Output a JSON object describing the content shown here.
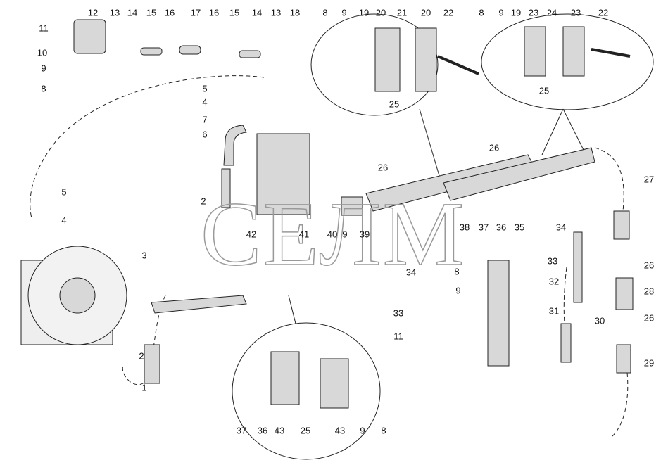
{
  "watermark": "СЕЛМ",
  "callouts": [
    "12",
    "13",
    "14",
    "15",
    "16",
    "17",
    "16",
    "15",
    "14",
    "13",
    "18",
    "11",
    "10",
    "9",
    "8",
    "5",
    "4",
    "7",
    "6",
    "2",
    "42",
    "41",
    "40",
    "9",
    "39",
    "38",
    "34",
    "8",
    "9",
    "19",
    "20",
    "21",
    "20",
    "22",
    "25",
    "8",
    "9",
    "19",
    "23",
    "24",
    "23",
    "22",
    "25",
    "26",
    "26",
    "27",
    "34",
    "37",
    "36",
    "35",
    "33",
    "32",
    "8",
    "9",
    "31",
    "26",
    "28",
    "26",
    "30",
    "29",
    "5",
    "4",
    "3",
    "2",
    "1",
    "33",
    "11",
    "37",
    "36",
    "43",
    "25",
    "43",
    "9",
    "8"
  ],
  "colors": {
    "line": "#222222",
    "part_fill": "#d8d8d8",
    "part_dark": "#9a9a9a"
  }
}
